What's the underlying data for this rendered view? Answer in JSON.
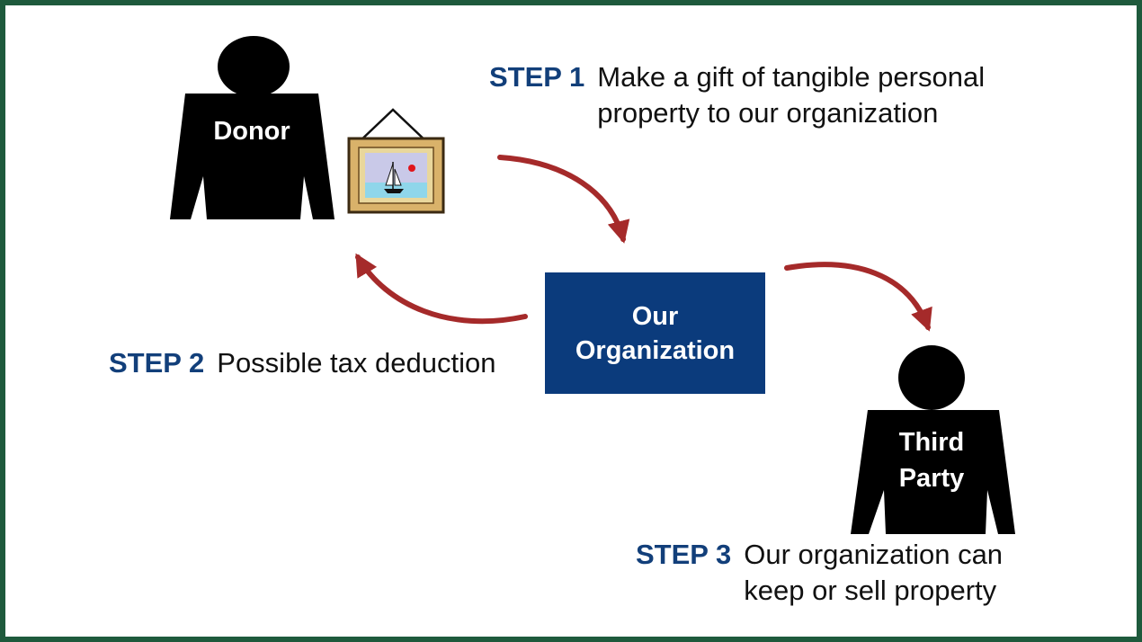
{
  "colors": {
    "border": "#1e5a3c",
    "step_label": "#123f7a",
    "box": "#0b3b7c",
    "arrow": "#a52a2a",
    "silhouette": "#000000"
  },
  "donor": {
    "label": "Donor"
  },
  "third_party": {
    "line1": "Third",
    "line2": "Party"
  },
  "organization": {
    "line1": "Our",
    "line2": "Organization"
  },
  "steps": [
    {
      "label": "STEP 1",
      "line1": "Make a gift of tangible personal",
      "line2": "property to our organization"
    },
    {
      "label": "STEP 2",
      "line1": "Possible tax deduction"
    },
    {
      "label": "STEP 3",
      "line1": "Our organization can",
      "line2": "keep or sell property"
    }
  ],
  "icons": [
    "person-silhouette-icon",
    "framed-sailboat-picture-icon",
    "curved-arrow-icon"
  ]
}
